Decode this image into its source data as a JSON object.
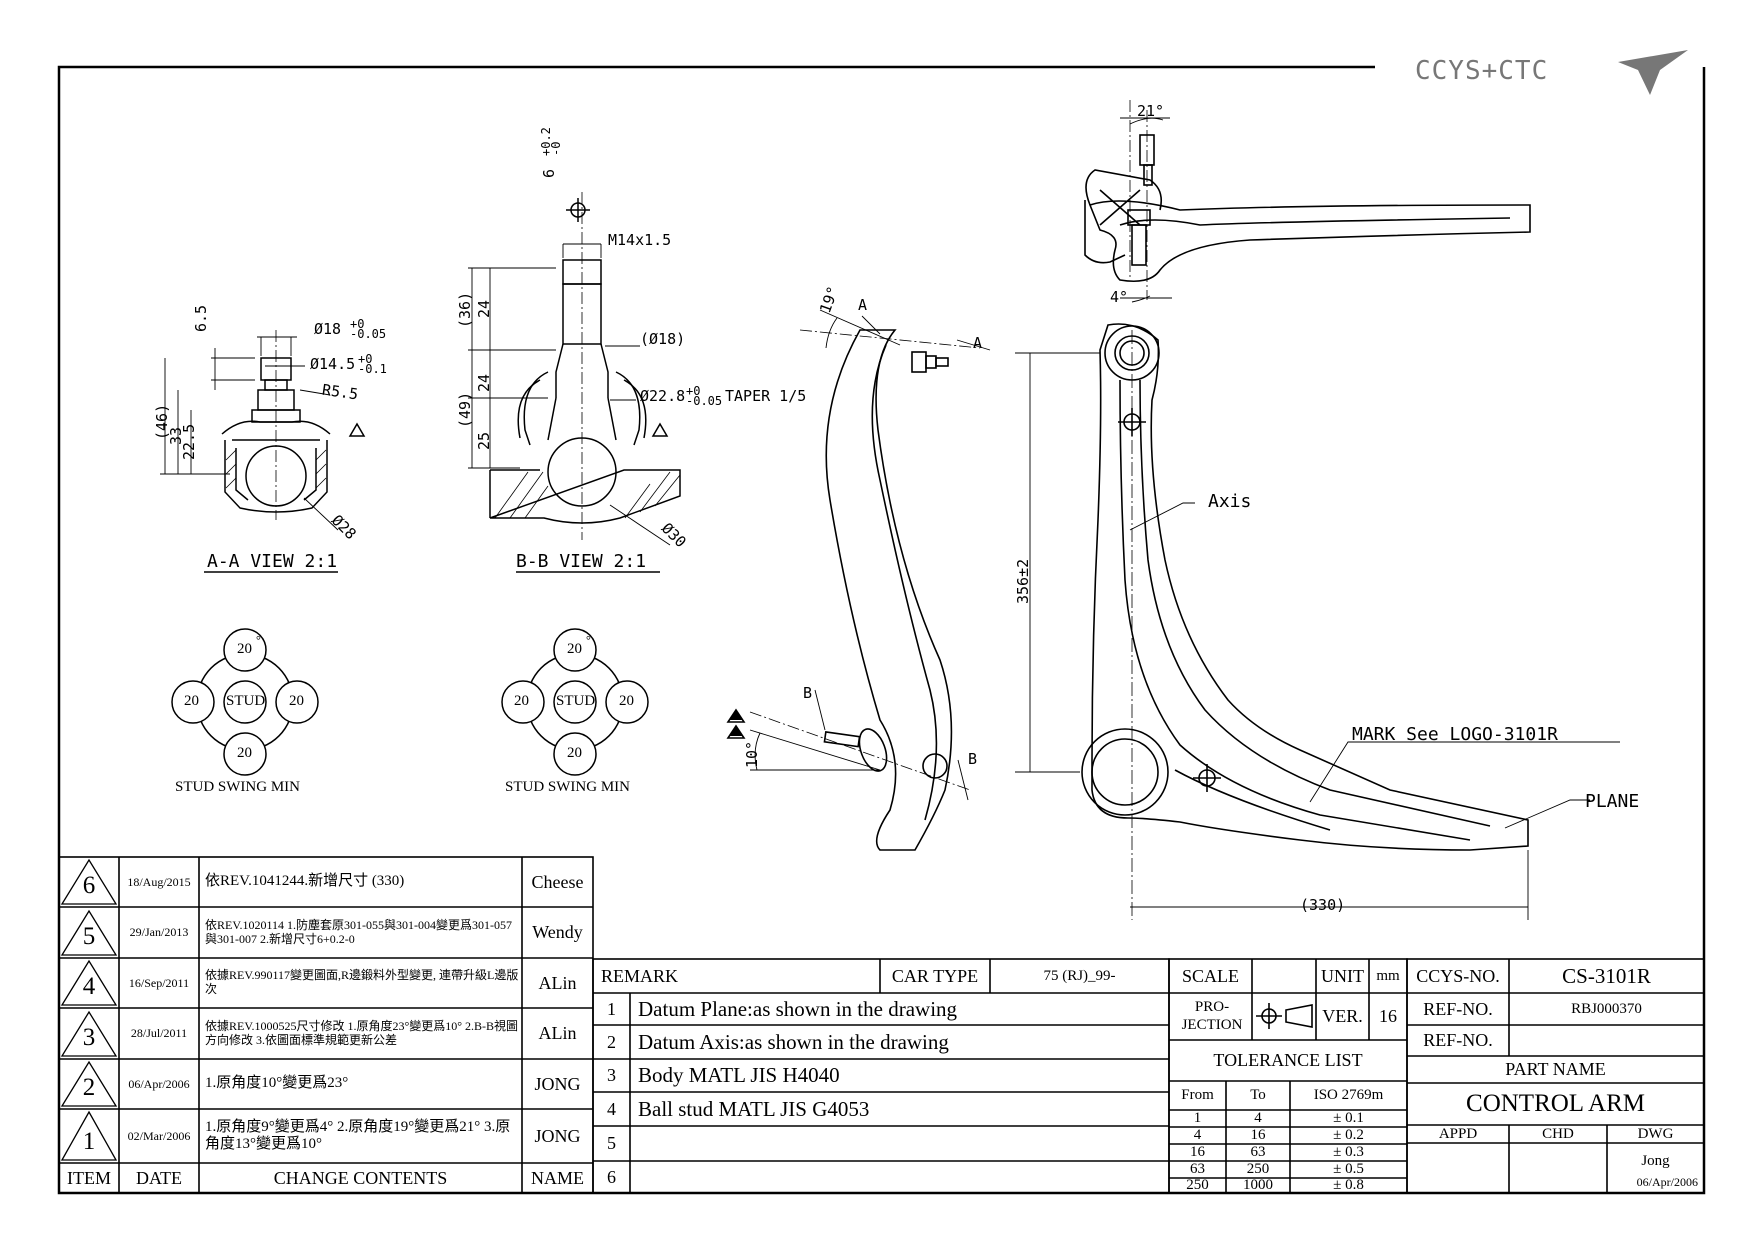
{
  "logo": {
    "text": "CCYS+CTC"
  },
  "views": {
    "aa": {
      "title": "A-A VIEW 2:1",
      "dims": [
        "6.5",
        "Ø18",
        "+0",
        "-0.05",
        "Ø14.5",
        "+0",
        "-0.1",
        "R5.5",
        "(46)",
        "33",
        "22.5",
        "Ø28"
      ]
    },
    "bb": {
      "title": "B-B VIEW 2:1",
      "dims": [
        "6",
        "+0.2",
        "-0",
        "M14x1.5",
        "(36)",
        "24",
        "(Ø18)",
        "(49)",
        "24",
        "25",
        "Ø22.8",
        "+0",
        "-0.05",
        "TAPER 1/5",
        "Ø30"
      ]
    },
    "side": {
      "dims": [
        "19°",
        "A",
        "A",
        "B",
        "B",
        "10°",
        "356±2"
      ]
    },
    "top": {
      "dims": [
        "21°",
        "4°"
      ]
    },
    "main": {
      "axis_label": "Axis",
      "mark_label": "MARK See LOGO-3101R",
      "plane_label": "PLANE",
      "width_dim": "(330)"
    }
  },
  "swing": [
    {
      "center": "STUD",
      "values": [
        "20",
        "20",
        "20",
        "20"
      ],
      "unit": "°",
      "caption": "STUD SWING MIN"
    },
    {
      "center": "STUD",
      "values": [
        "20",
        "20",
        "20",
        "20"
      ],
      "unit": "°",
      "caption": "STUD SWING MIN"
    }
  ],
  "revisions": {
    "rows": [
      {
        "rev": "6",
        "date": "18/Aug/2015",
        "content": "依REV.1041244.新增尺寸 (330)",
        "name": "Cheese"
      },
      {
        "rev": "5",
        "date": "29/Jan/2013",
        "content": "依REV.1020114 1.防塵套原301-055與301-004變更爲301-057與301-007 2.新增尺寸6+0.2-0",
        "name": "Wendy"
      },
      {
        "rev": "4",
        "date": "16/Sep/2011",
        "content": "依據REV.990117變更圖面,R邊鍛料外型變更, 連帶升級L邊版次",
        "name": "ALin"
      },
      {
        "rev": "3",
        "date": "28/Jul/2011",
        "content": "依據REV.1000525尺寸修改 1.原角度23°變更爲10° 2.B-B視圖方向修改 3.依圖面標準規範更新公差",
        "name": "ALin"
      },
      {
        "rev": "2",
        "date": "06/Apr/2006",
        "content": "1.原角度10°變更爲23°",
        "name": "JONG"
      },
      {
        "rev": "1",
        "date": "02/Mar/2006",
        "content": "1.原角度9°變更爲4° 2.原角度19°變更爲21° 3.原角度13°變更爲10°",
        "name": "JONG"
      }
    ],
    "headers": {
      "item": "ITEM",
      "date": "DATE",
      "content": "CHANGE CONTENTS",
      "name": "NAME"
    }
  },
  "remarks": {
    "label": "REMARK",
    "car_type_label": "CAR TYPE",
    "car_type": "75 (RJ)_99-",
    "items": [
      {
        "no": "1",
        "text": "Datum Plane:as shown in the drawing"
      },
      {
        "no": "2",
        "text": "Datum Axis:as shown in the drawing"
      },
      {
        "no": "3",
        "text": "Body MATL JIS H4040"
      },
      {
        "no": "4",
        "text": "Ball stud MATL JIS G4053"
      },
      {
        "no": "5",
        "text": ""
      },
      {
        "no": "6",
        "text": ""
      }
    ]
  },
  "title_block": {
    "scale_label": "SCALE",
    "unit_label": "UNIT",
    "unit": "mm",
    "projection_label": "PRO-JECTION",
    "ver_label": "VER.",
    "ver": "16",
    "tolerance_title": "TOLERANCE LIST",
    "tolerance_headers": [
      "From",
      "To",
      "ISO 2769m"
    ],
    "tolerances": [
      [
        "1",
        "4",
        "± 0.1"
      ],
      [
        "4",
        "16",
        "± 0.2"
      ],
      [
        "16",
        "63",
        "± 0.3"
      ],
      [
        "63",
        "250",
        "± 0.5"
      ],
      [
        "250",
        "1000",
        "± 0.8"
      ]
    ],
    "ccys_no_label": "CCYS-NO.",
    "ccys_no": "CS-3101R",
    "ref_no_label": "REF-NO.",
    "ref_no": "RBJ000370",
    "ref_no2_label": "REF-NO.",
    "part_name_label": "PART NAME",
    "part_name": "CONTROL ARM",
    "appd": "APPD",
    "chd": "CHD",
    "dwg": "DWG",
    "drawn_by": "Jong",
    "drawn_date": "06/Apr/2006"
  }
}
